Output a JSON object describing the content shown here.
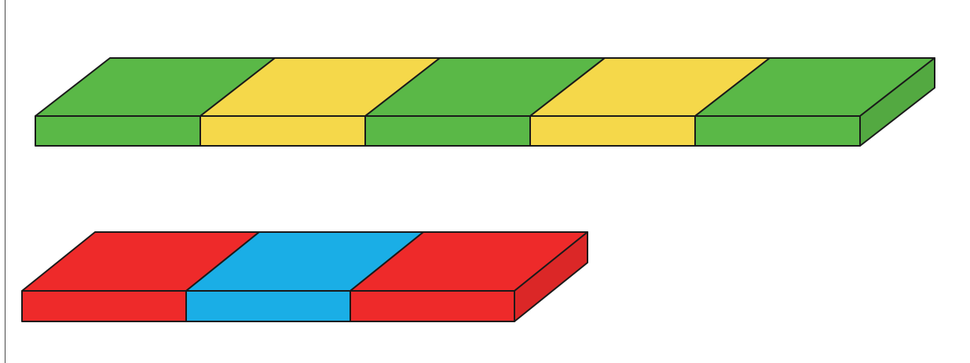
{
  "colors": {
    "background": "#ffffff",
    "outline": "#1a1a1a",
    "border_line": "#4a4a4a"
  },
  "bars": [
    {
      "name": "green-yellow-bar",
      "segments": [
        {
          "color_name": "green",
          "color": "#5ab847"
        },
        {
          "color_name": "yellow",
          "color": "#f5d84a"
        },
        {
          "color_name": "green",
          "color": "#5ab847"
        },
        {
          "color_name": "yellow",
          "color": "#f5d84a"
        },
        {
          "color_name": "green",
          "color": "#5ab847"
        }
      ]
    },
    {
      "name": "red-blue-bar",
      "segments": [
        {
          "color_name": "red",
          "color": "#ee2a2a"
        },
        {
          "color_name": "blue",
          "color": "#1aaee6"
        },
        {
          "color_name": "red",
          "color": "#ee2a2a"
        }
      ]
    }
  ]
}
